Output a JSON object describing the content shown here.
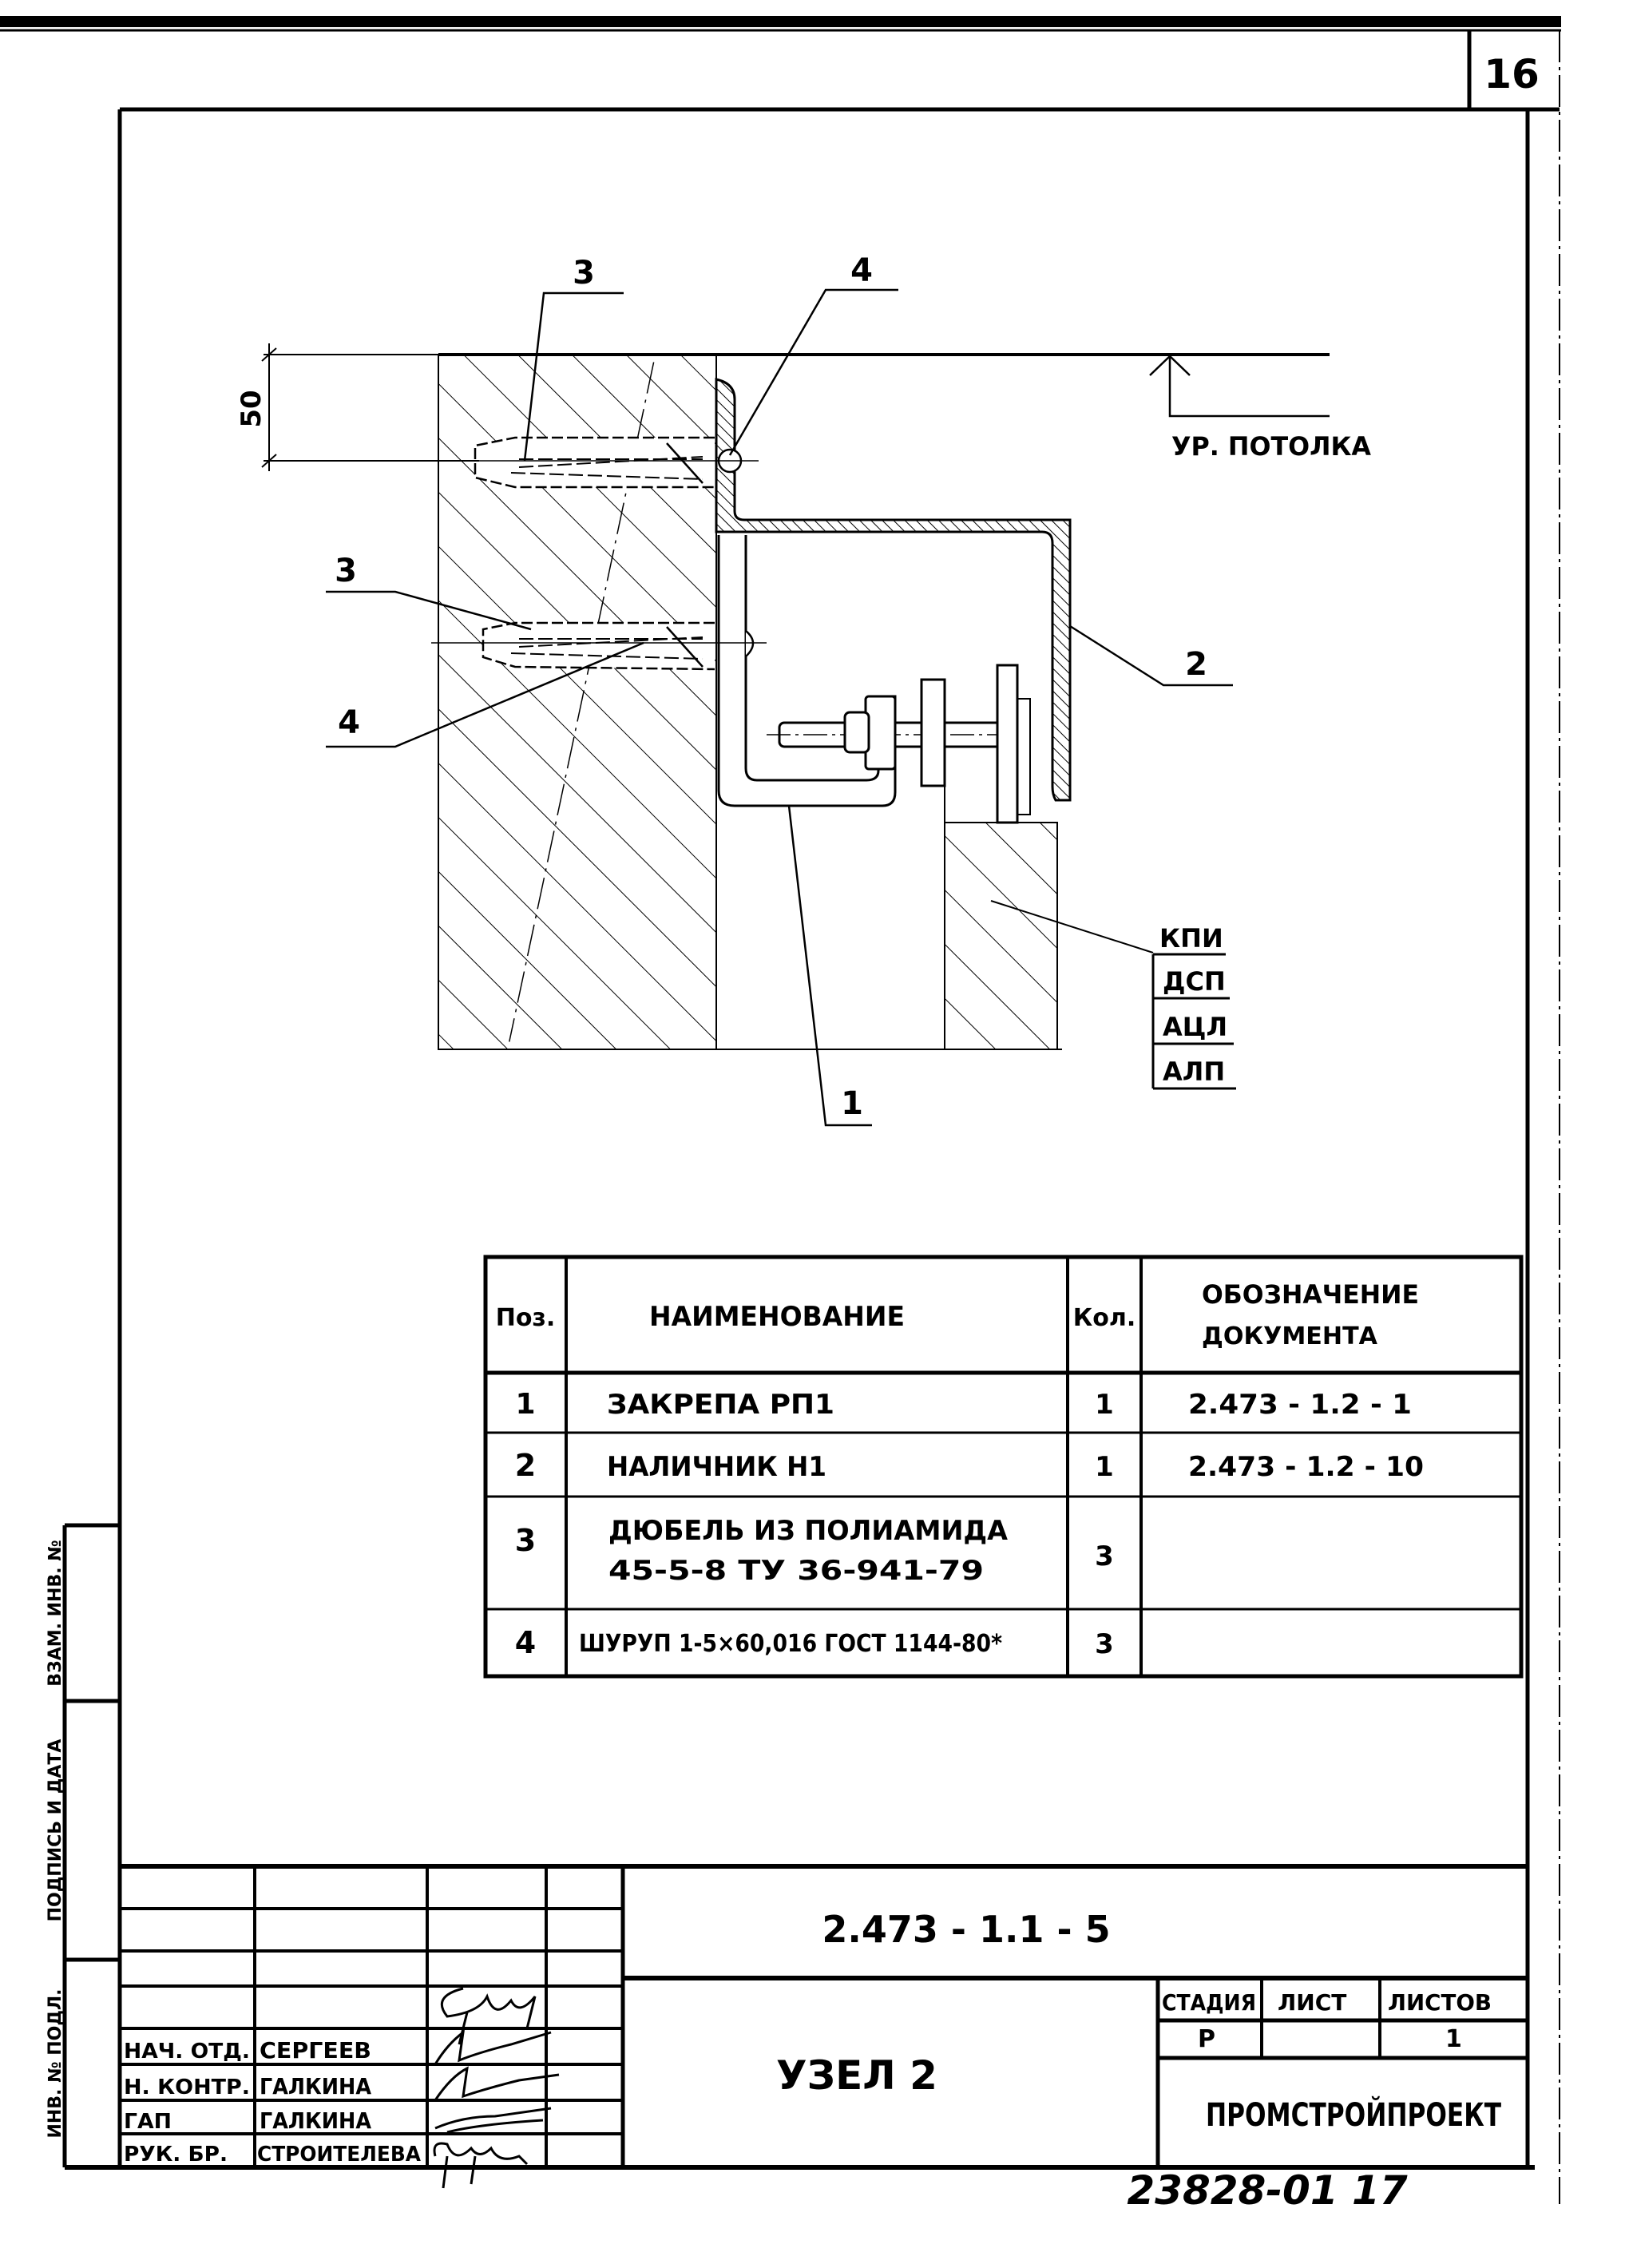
{
  "sheet_number": "16",
  "drawing": {
    "dimension_50": "50",
    "ceiling_label": "УР. ПОТОЛКА",
    "callouts": {
      "pos3_top": "3",
      "pos4_top": "4",
      "pos3_bottom": "3",
      "pos4_bottom": "4",
      "pos2": "2",
      "pos1": "1"
    },
    "materials": [
      "КПИ",
      "ДСП",
      "АЦЛ",
      "АЛП"
    ]
  },
  "spec_table": {
    "headers": {
      "pos": "Поз.",
      "name": "НАИМЕНОВАНИЕ",
      "qty": "Кол.",
      "doc_line1": "ОБОЗНАЧЕНИЕ",
      "doc_line2": "ДОКУМЕНТА"
    },
    "rows": [
      {
        "pos": "1",
        "name1": "ЗАКРЕПА РП1",
        "name2": "",
        "qty": "1",
        "doc": "2.473 - 1.2 - 1"
      },
      {
        "pos": "2",
        "name1": "НАЛИЧНИК Н1",
        "name2": "",
        "qty": "1",
        "doc": "2.473 - 1.2 - 10"
      },
      {
        "pos": "3",
        "name1": "ДЮБЕЛЬ ИЗ ПОЛИАМИДА",
        "name2": "45-5-8 ТУ 36-941-79",
        "qty": "3",
        "doc": ""
      },
      {
        "pos": "4",
        "name1": "ШУРУП 1-5×60,016 ГОСТ 1144-80*",
        "name2": "",
        "qty": "3",
        "doc": ""
      }
    ]
  },
  "side_strip": {
    "field1": "ВЗАМ. ИНВ. №",
    "field2": "ПОДПИСЬ И ДАТА",
    "field3": "ИНВ. № ПОДЛ."
  },
  "title_block": {
    "document_code": "2.473 - 1.1 - 5",
    "title": "УЗЕЛ 2",
    "stage_label": "СТАДИЯ",
    "sheet_label": "ЛИСТ",
    "sheets_label": "ЛИСТОВ",
    "stage_value": "Р",
    "sheet_value": "",
    "sheets_value": "1",
    "organization": "ПРОМСТРОЙПРОЕКТ",
    "signatories": [
      {
        "role": "НАЧ. ОТД.",
        "name": "СЕРГЕЕВ"
      },
      {
        "role": "Н. КОНТР.",
        "name": "ГАЛКИНА"
      },
      {
        "role": "ГАП",
        "name": "ГАЛКИНА"
      },
      {
        "role": "РУК. БР.",
        "name": "СТРОИТЕЛЕВА"
      }
    ]
  },
  "archive_number": "23828-01  17"
}
